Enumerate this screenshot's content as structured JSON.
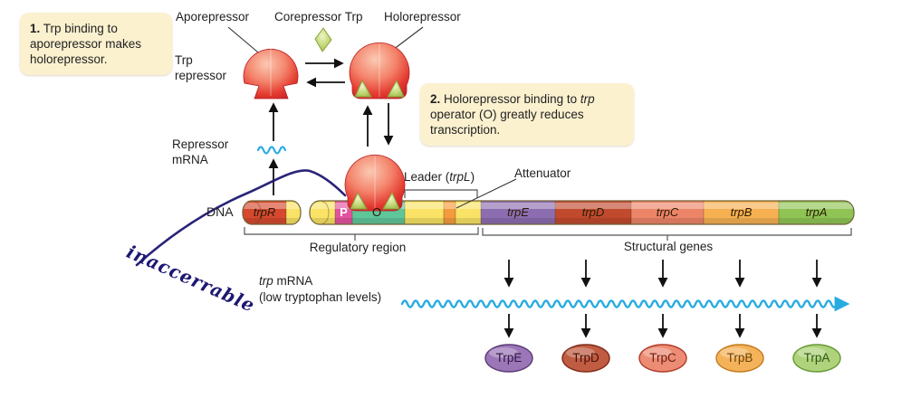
{
  "figure": {
    "callout1": {
      "num": "1.",
      "body": " Trp binding to aporepressor makes holorepressor."
    },
    "callout2": {
      "num": "2.",
      "pre": " Holorepressor binding to ",
      "gene": "trp",
      "post": " operator (O) greatly reduces transcription."
    },
    "labels": {
      "aporepressor": "Aporepressor",
      "corepressor": "Corepressor Trp",
      "holorepressor": "Holorepressor",
      "trp_repressor_l1": "Trp",
      "trp_repressor_l2": "repressor",
      "repressor_mrna_l1": "Repressor",
      "repressor_mrna_l2": "mRNA",
      "dna": "DNA",
      "leader_pre": "Leader (",
      "leader_gene": "trpL",
      "leader_post": ")",
      "attenuator": "Attenuator",
      "regulatory_region": "Regulatory region",
      "structural_genes": "Structural genes",
      "mrna_gene": "trp",
      "mrna_rest": " mRNA",
      "mrna_l2": "(low tryptophan levels)"
    },
    "annotation": {
      "text": "inaccerrable",
      "color": "#1d1872"
    },
    "dna_segments": [
      {
        "label": "trpR",
        "color": "#D6492F",
        "region": "regulatory"
      },
      {
        "label": "P",
        "color": "#E2539E",
        "region": "regulatory"
      },
      {
        "label": "O",
        "color": "#5FC699",
        "region": "regulatory"
      },
      {
        "label": "",
        "color": "#F59B3D",
        "region": "attenuator"
      },
      {
        "label": "trpE",
        "color": "#8C6DB0",
        "region": "structural"
      },
      {
        "label": "trpD",
        "color": "#C14A2E",
        "region": "structural"
      },
      {
        "label": "trpC",
        "color": "#EC8468",
        "region": "structural"
      },
      {
        "label": "trpB",
        "color": "#F6B052",
        "region": "structural"
      },
      {
        "label": "trpA",
        "color": "#8FC455",
        "region": "structural"
      }
    ],
    "products": [
      {
        "label": "TrpE",
        "fill": "#9C77B8",
        "border": "#5C3A76",
        "text_color": "#2E1745"
      },
      {
        "label": "TrpD",
        "fill": "#C05C42",
        "border": "#7E2B18",
        "text_color": "#471107"
      },
      {
        "label": "TrpC",
        "fill": "#EC8C74",
        "border": "#B13A28",
        "text_color": "#6E1D10"
      },
      {
        "label": "TrpB",
        "fill": "#F4B35A",
        "border": "#C27B1C",
        "text_color": "#6B430B"
      },
      {
        "label": "TrpA",
        "fill": "#AFD37C",
        "border": "#649A34",
        "text_color": "#2F5714"
      }
    ],
    "colors": {
      "mrna": "#29ABE2",
      "repressor": "#E3392F",
      "corepressor": "#C3D878",
      "callout_bg": "#FBF1CF",
      "dna_yellow": "#F9E265",
      "annotation_ink": "#1d1872"
    }
  }
}
